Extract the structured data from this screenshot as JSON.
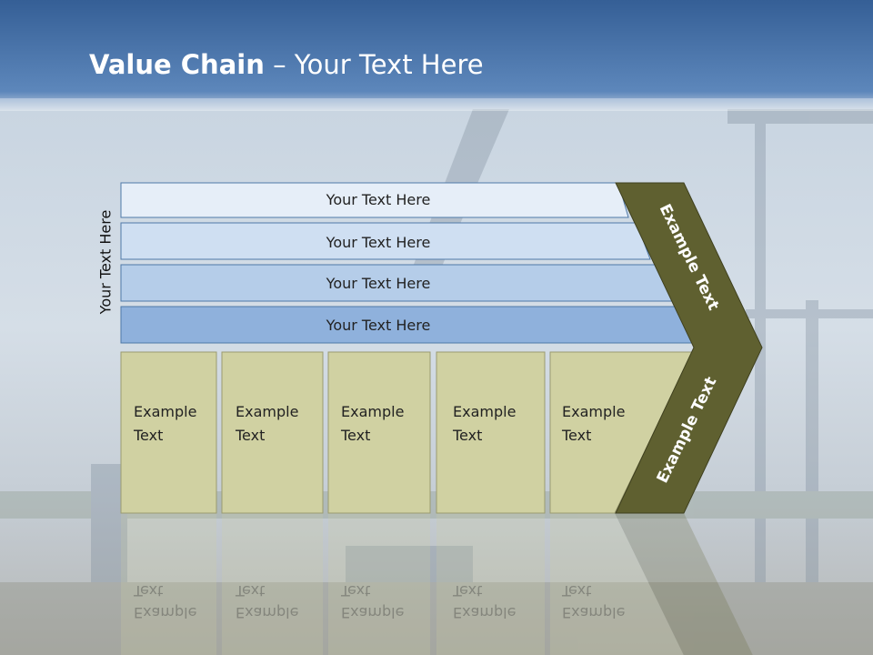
{
  "slide": {
    "title_bold": "Value Chain",
    "title_rest": " – Your Text Here",
    "side_label": "Your Text Here"
  },
  "bars": [
    {
      "label": "Your Text Here",
      "color": "#e6eef8"
    },
    {
      "label": "Your Text Here",
      "color": "#cfdff2"
    },
    {
      "label": "Your Text Here",
      "color": "#b5cde9"
    },
    {
      "label": "Your Text Here",
      "color": "#8fb1dc"
    }
  ],
  "boxes": [
    {
      "line1": "Example",
      "line2": "Text"
    },
    {
      "line1": "Example",
      "line2": "Text"
    },
    {
      "line1": "Example",
      "line2": "Text"
    },
    {
      "line1": "Example",
      "line2": "Text"
    },
    {
      "line1": "Example",
      "line2": "Text"
    }
  ],
  "chevron": {
    "upper_label": "Example Text",
    "lower_label": "Example Text",
    "color": "#5f6030"
  },
  "colors": {
    "box_fill": "#d0d1a2",
    "sky_top": "#3f6ea8",
    "bar_border": "#4f79a8"
  }
}
